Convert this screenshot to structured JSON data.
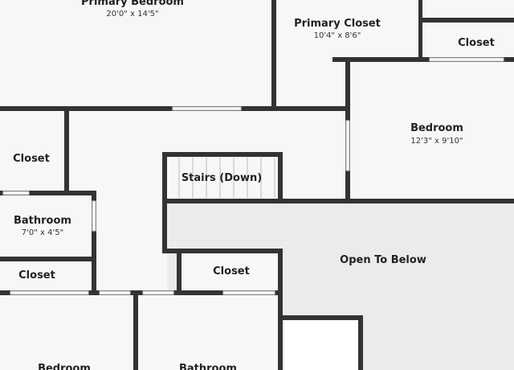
{
  "colors": {
    "room_fill": "#f7f7f7",
    "open_to_below_fill": "#ebebeb",
    "white_fill": "#ffffff",
    "wall": "#333333",
    "window": "#dddddd"
  },
  "rooms": {
    "primary_bedroom": {
      "name": "Primary Bedroom",
      "dims": "20'0\" x 14'5\""
    },
    "primary_closet": {
      "name": "Primary Closet",
      "dims": "10'4\" x 8'6\""
    },
    "closet_top_right": {
      "name": "Closet"
    },
    "bedroom_right": {
      "name": "Bedroom",
      "dims": "12'3\" x 9'10\""
    },
    "closet_left": {
      "name": "Closet"
    },
    "stairs": {
      "name": "Stairs (Down)"
    },
    "bathroom_left": {
      "name": "Bathroom",
      "dims": "7'0\" x 4'5\""
    },
    "closet_lower_left": {
      "name": "Closet"
    },
    "closet_center": {
      "name": "Closet"
    },
    "open_to_below": {
      "name": "Open To Below"
    },
    "bedroom_bottom_left": {
      "name": "Bedroom"
    },
    "bathroom_bottom": {
      "name": "Bathroom"
    }
  }
}
